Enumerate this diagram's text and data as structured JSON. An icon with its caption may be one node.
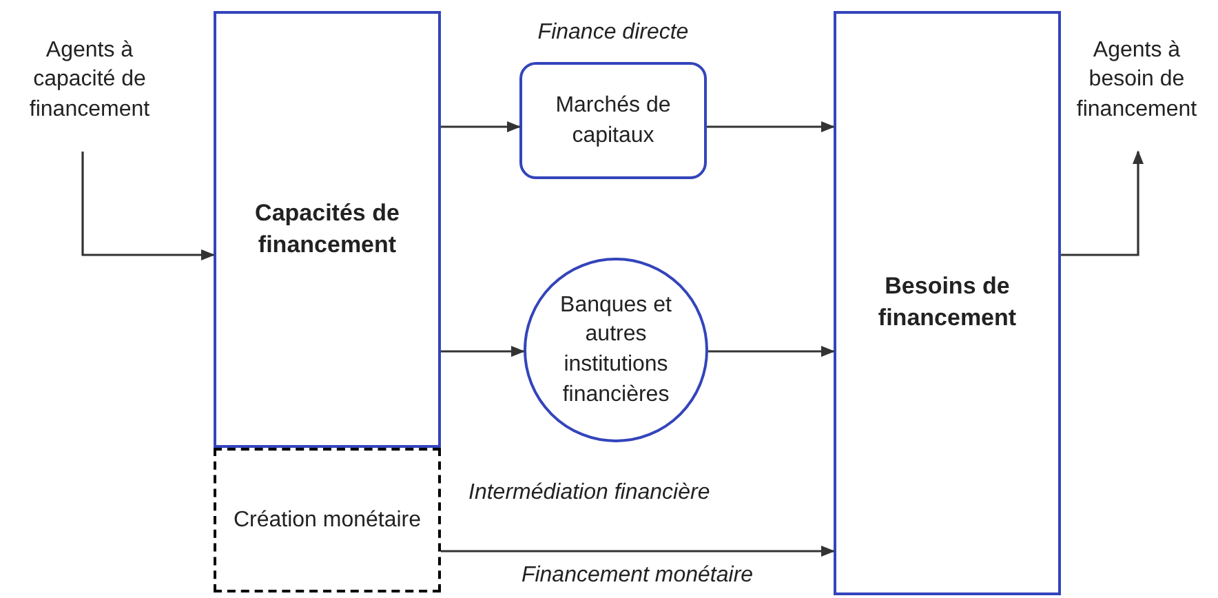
{
  "diagram": {
    "nodes": [
      {
        "text": [
          "Agents à capacité de financement"
        ]
      },
      {
        "text": [
          "Capacités de financement"
        ]
      },
      {
        "text": [
          "Création monétaire"
        ]
      },
      {
        "text": [
          "Marchés de capitaux"
        ],
        "beside": [
          "Finance directe"
        ]
      },
      {
        "text": [
          "Banques et autres institutions financières"
        ]
      },
      {
        "text": [
          "Besoins de financement"
        ]
      },
      {
        "text": [
          "Agents à besoin de financement"
        ]
      }
    ],
    "edges": [
      {
        "from": 0,
        "to": 1,
        "arrow": "to"
      },
      {
        "from": 1,
        "to": 3,
        "arrow": "to"
      },
      {
        "from": 3,
        "to": 5,
        "arrow": "to"
      },
      {
        "from": 1,
        "to": 4,
        "arrow": "to"
      },
      {
        "from": 4,
        "to": 5,
        "arrow": "to"
      },
      {
        "from": 2,
        "to": 5,
        "arrow": "to",
        "label": "Financement monétaire"
      },
      {
        "from": 5,
        "to": 6,
        "arrow": "to"
      }
    ],
    "labels": [
      "Intermédiation financière"
    ]
  }
}
